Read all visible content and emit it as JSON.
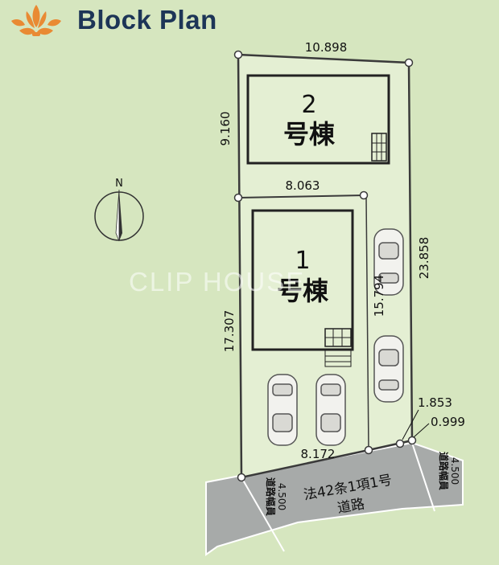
{
  "header": {
    "title": "Block Plan"
  },
  "watermark": "CLIP HOUSE",
  "compass": {
    "label": "N"
  },
  "buildings": [
    {
      "number": "2",
      "name": "号棟"
    },
    {
      "number": "1",
      "name": "号棟"
    }
  ],
  "dimensions": {
    "lot2_top": "10.898",
    "lot2_left": "9.160",
    "lot1_top": "8.063",
    "lot1_left": "17.307",
    "east_side": "23.858",
    "driveway_side": "15.794",
    "lot1_bottom": "8.172",
    "corner_a": "1.853",
    "corner_b": "0.999"
  },
  "road": {
    "main_label_1": "法42条1項1号",
    "main_label_2": "道路",
    "width_caption": "道路幅員",
    "width_value": "4.500"
  },
  "colors": {
    "background": "#d6e6bf",
    "lot_fill": "#e4efd3",
    "road_fill": "#a7aaa9",
    "title": "#1d3557",
    "logo": "#e98a33"
  }
}
